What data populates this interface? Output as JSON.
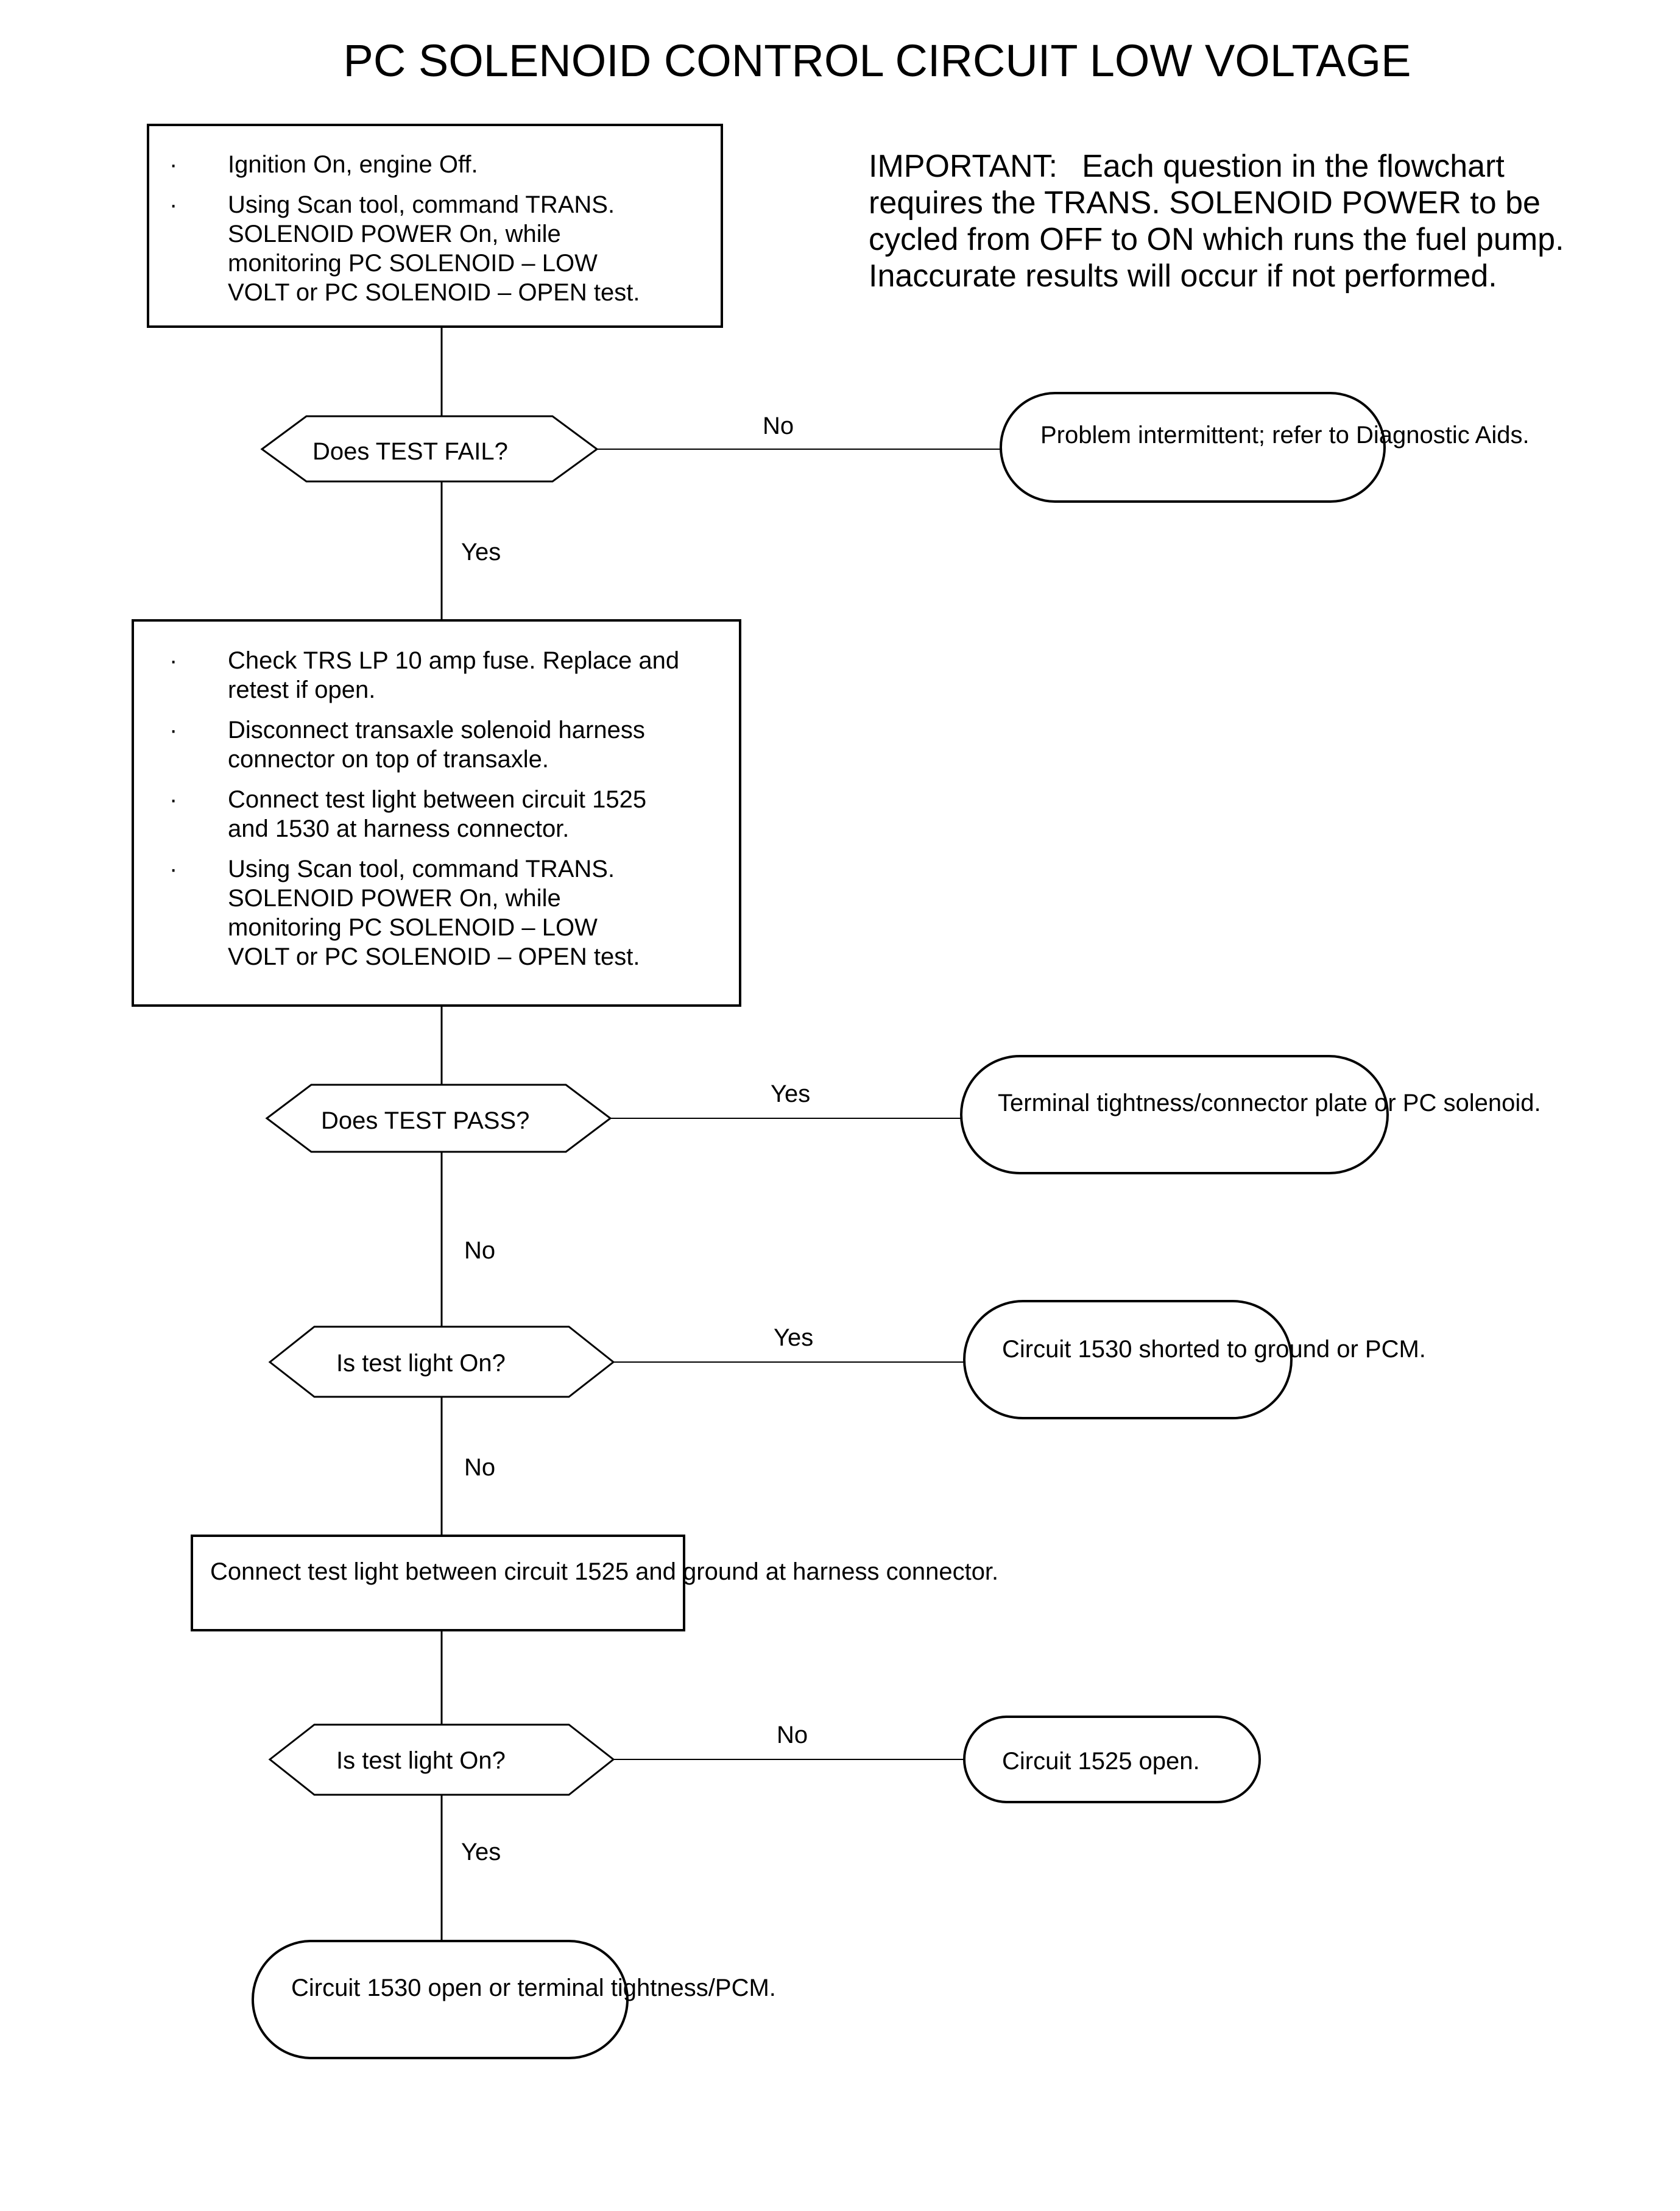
{
  "title": "PC SOLENOID CONTROL CIRCUIT LOW VOLTAGE",
  "important": {
    "lead": "IMPORTANT:",
    "text": "Each question in the flowchart\nrequires the TRANS. SOLENOID POWER to be\ncycled from OFF to ON which runs the fuel pump.\nInaccurate results will occur if not performed."
  },
  "step1": {
    "items": [
      "Ignition On, engine Off.",
      "Using Scan tool, command TRANS.\nSOLENOID POWER On, while\nmonitoring PC SOLENOID – LOW\nVOLT or PC SOLENOID – OPEN test."
    ]
  },
  "decision1": {
    "question": "Does TEST FAIL?",
    "no_label": "No",
    "yes_label": "Yes"
  },
  "result1": {
    "text": "Problem intermittent;\nrefer to Diagnostic Aids."
  },
  "step2": {
    "items": [
      "Check TRS LP 10 amp fuse. Replace and\nretest if open.",
      "Disconnect transaxle solenoid harness\nconnector on top of transaxle.",
      "Connect test light between circuit 1525\nand 1530 at harness connector.",
      "Using Scan tool, command TRANS.\nSOLENOID POWER On, while\nmonitoring PC SOLENOID – LOW\nVOLT or PC SOLENOID – OPEN test."
    ]
  },
  "decision2": {
    "question": "Does TEST PASS?",
    "yes_label": "Yes",
    "no_label": "No"
  },
  "result2": {
    "text": "Terminal tightness/connector\nplate or PC solenoid."
  },
  "decision3": {
    "question": "Is test light On?",
    "yes_label": "Yes",
    "no_label": "No"
  },
  "result3": {
    "text": "Circuit 1530 shorted\nto ground or PCM."
  },
  "step3": {
    "text": "Connect test light between circuit 1525\nand ground at harness connector."
  },
  "decision4": {
    "question": "Is test light On?",
    "no_label": "No",
    "yes_label": "Yes"
  },
  "result4": {
    "text": "Circuit 1525 open."
  },
  "result5": {
    "text": "Circuit 1530 open or\nterminal tightness/PCM."
  }
}
